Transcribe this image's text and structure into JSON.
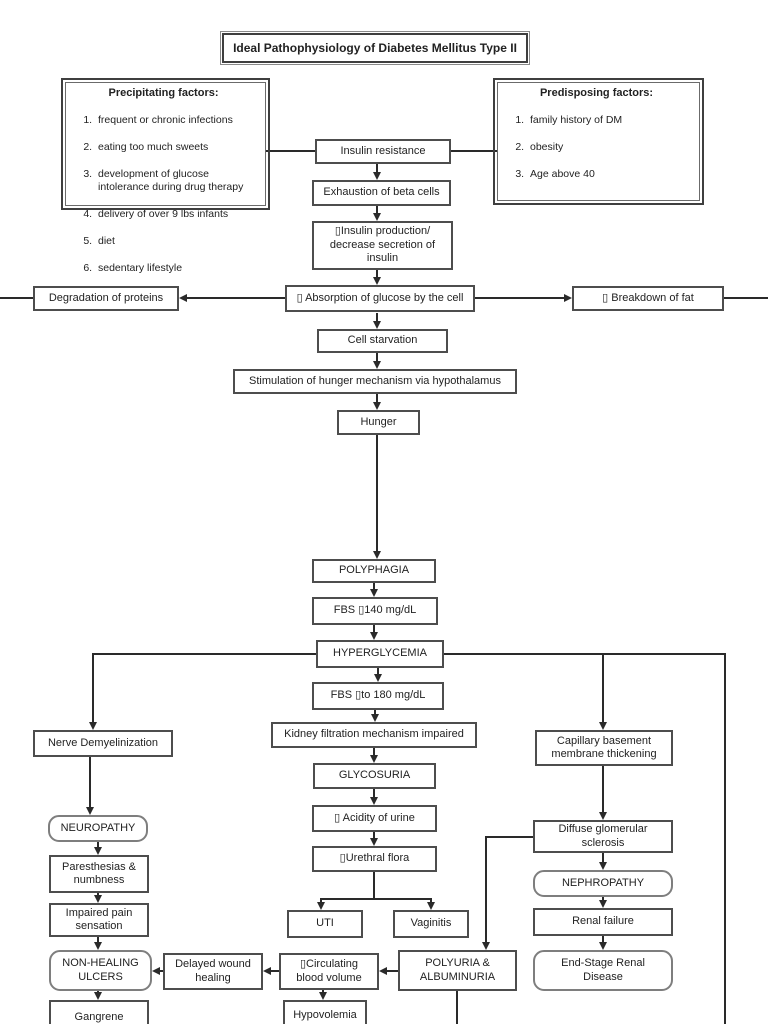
{
  "title": "Ideal Pathophysiology of Diabetes Mellitus Type II",
  "precipitating": {
    "heading": "Precipitating factors:",
    "items": [
      "frequent or chronic infections",
      "eating too much sweets",
      "development of glucose intolerance during drug therapy",
      "delivery of over 9 lbs infants",
      "diet",
      "sedentary lifestyle"
    ]
  },
  "predisposing": {
    "heading": "Predisposing factors:",
    "items": [
      "family history of DM",
      "obesity",
      "Age above 40"
    ]
  },
  "nodes": {
    "insulin_resistance": "Insulin resistance",
    "exhaustion": "Exhaustion of beta cells",
    "insulin_production": "▯Insulin production/\ndecrease secretion of\ninsulin",
    "degradation": "Degradation of proteins",
    "absorption": "▯ Absorption of glucose by the cell",
    "breakdown": "▯ Breakdown of fat",
    "cell_starvation": "Cell starvation",
    "stimulation": "Stimulation of hunger mechanism via hypothalamus",
    "hunger": "Hunger",
    "polyphagia": "POLYPHAGIA",
    "fbs_140": "FBS ▯140 mg/dL",
    "hyperglycemia": "HYPERGLYCEMIA",
    "fbs_180": "FBS ▯to 180 mg/dL",
    "kidney": "Kidney filtration mechanism impaired",
    "glycosuria": "GLYCOSURIA",
    "acidity": "▯ Acidity of urine",
    "urethral": "▯Urethral flora",
    "uti": "UTI",
    "vaginitis": "Vaginitis",
    "nerve": "Nerve Demyelinization",
    "neuropathy": "NEUROPATHY",
    "paresthesias": "Paresthesias &\nnumbness",
    "impaired_pain": "Impaired pain\nsensation",
    "non_healing": "NON-HEALING\nULCERS",
    "gangrene": "Gangrene",
    "delayed_wound": "Delayed wound\nhealing",
    "circulating": "▯Circulating\nblood volume",
    "polyuria": "POLYURIA &\nALBUMINURIA",
    "hypovolemia": "Hypovolemia",
    "capillary": "Capillary basement\nmembrane thickening",
    "diffuse": "Diffuse glomerular\nsclerosis",
    "nephropathy": "NEPHROPATHY",
    "renal_failure": "Renal failure",
    "end_stage": "End-Stage Renal\nDisease"
  },
  "line_color": "#2a2a2a",
  "border_color": "#4d4d4d"
}
